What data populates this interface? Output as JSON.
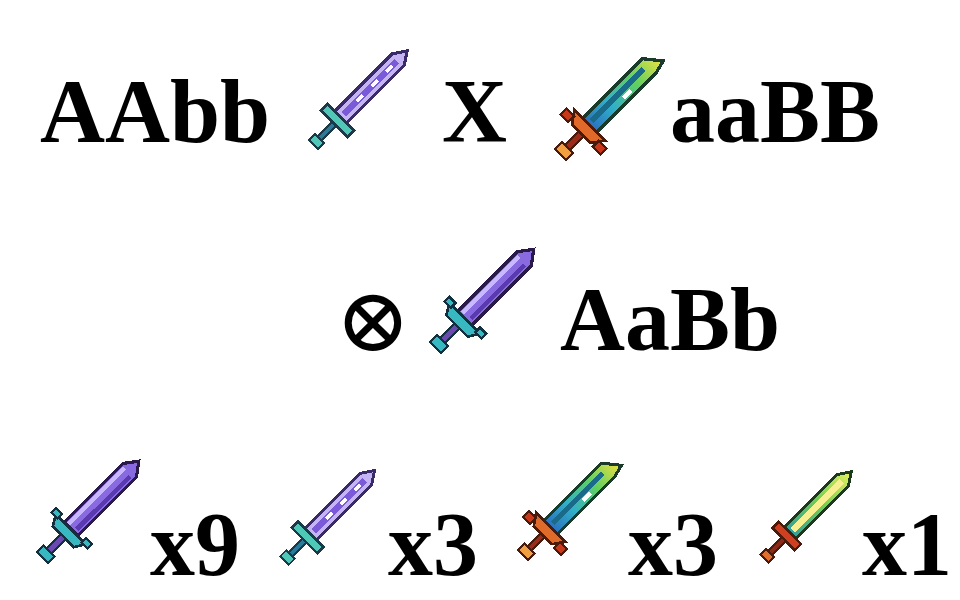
{
  "diagram": {
    "labels": [
      "AAbb",
      "X",
      "aaBB",
      "⊗",
      "AaBb",
      "x9",
      "x3",
      "x3",
      "x1"
    ]
  }
}
